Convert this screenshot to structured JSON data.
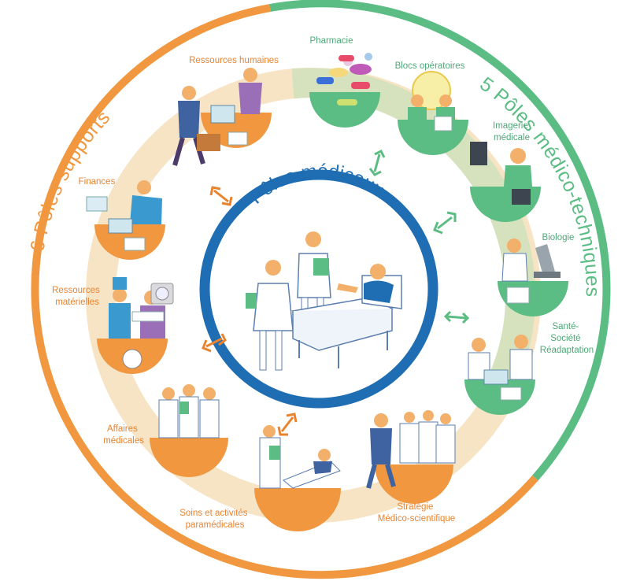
{
  "diagram": {
    "center": {
      "title": "Pôles médicaux"
    },
    "outer_left": {
      "title": "6 Pôles supports"
    },
    "outer_right": {
      "title": "5 Pôles médico-techniques"
    },
    "support_poles": [
      {
        "lines": [
          "Ressources humaines"
        ]
      },
      {
        "lines": [
          "Finances"
        ]
      },
      {
        "lines": [
          "Ressources",
          "matérielles"
        ]
      },
      {
        "lines": [
          "Affaires",
          "médicales"
        ]
      },
      {
        "lines": [
          "Soins et activités",
          "paramédicales"
        ]
      },
      {
        "lines": [
          "Stratégie",
          "Médico-scientifique"
        ]
      }
    ],
    "medtech_poles": [
      {
        "lines": [
          "Pharmacie"
        ]
      },
      {
        "lines": [
          "Blocs opératoires"
        ]
      },
      {
        "lines": [
          "Imagerie",
          "médicale"
        ]
      },
      {
        "lines": [
          "Biologie"
        ]
      },
      {
        "lines": [
          "Santé-",
          "Société",
          "Réadaptation"
        ]
      }
    ],
    "colors": {
      "orange": "#f0973f",
      "green": "#5bbd83",
      "blue": "#1f6db3",
      "ring_beige": "#f6e4c4",
      "ring_green": "#d5e2bd"
    }
  }
}
